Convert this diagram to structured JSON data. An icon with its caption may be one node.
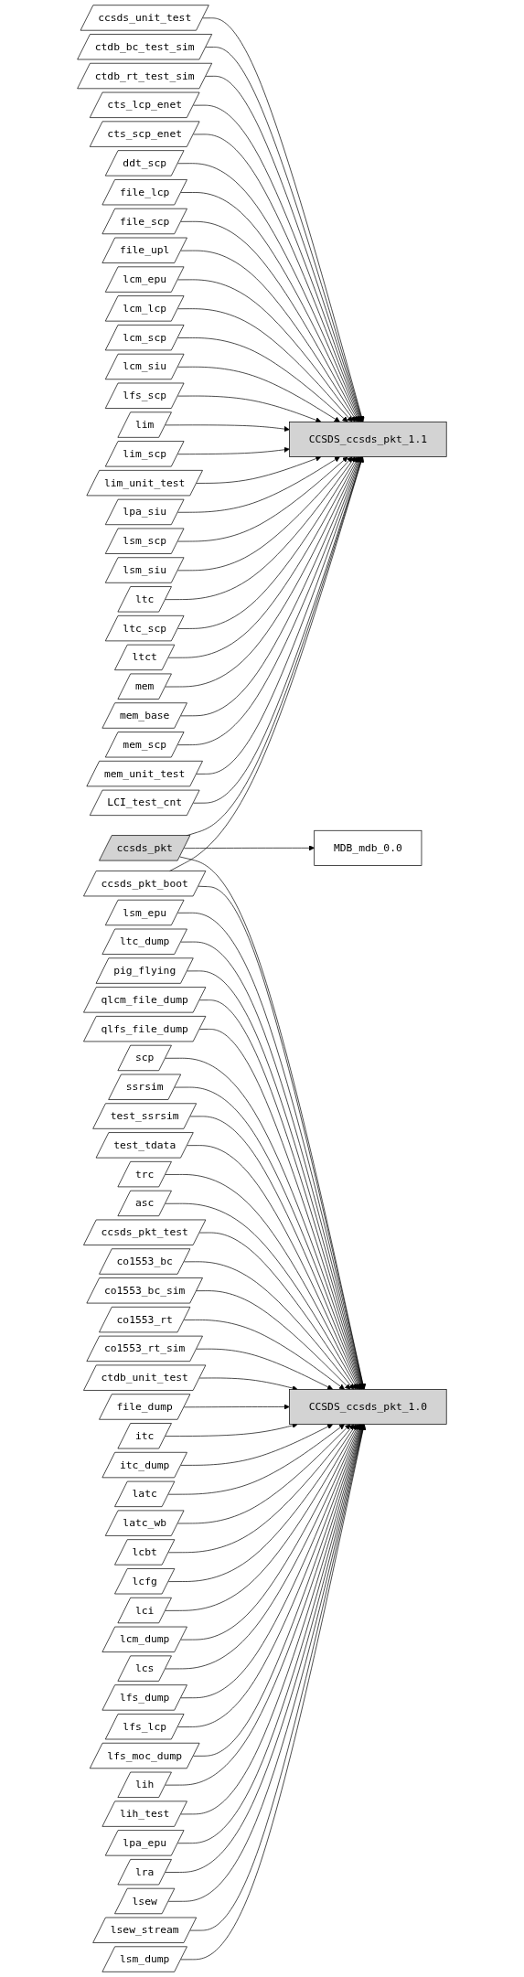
{
  "diagram": {
    "nodes": [
      {
        "text": [
          "ccsds_unit_test"
        ]
      },
      {
        "text": [
          "ctdb_bc_test_sim"
        ]
      },
      {
        "text": [
          "ctdb_rt_test_sim"
        ]
      },
      {
        "text": [
          "cts_lcp_enet"
        ]
      },
      {
        "text": [
          "cts_scp_enet"
        ]
      },
      {
        "text": [
          "ddt_scp"
        ]
      },
      {
        "text": [
          "file_lcp"
        ]
      },
      {
        "text": [
          "file_scp"
        ]
      },
      {
        "text": [
          "file_upl"
        ]
      },
      {
        "text": [
          "lcm_epu"
        ]
      },
      {
        "text": [
          "lcm_lcp"
        ]
      },
      {
        "text": [
          "lcm_scp"
        ]
      },
      {
        "text": [
          "lcm_siu"
        ]
      },
      {
        "text": [
          "lfs_scp"
        ]
      },
      {
        "text": [
          "lim"
        ]
      },
      {
        "text": [
          "lim_scp"
        ]
      },
      {
        "text": [
          "lim_unit_test"
        ]
      },
      {
        "text": [
          "lpa_siu"
        ]
      },
      {
        "text": [
          "lsm_scp"
        ]
      },
      {
        "text": [
          "lsm_siu"
        ]
      },
      {
        "text": [
          "ltc"
        ]
      },
      {
        "text": [
          "ltc_scp"
        ]
      },
      {
        "text": [
          "ltct"
        ]
      },
      {
        "text": [
          "mem"
        ]
      },
      {
        "text": [
          "mem_base"
        ]
      },
      {
        "text": [
          "mem_scp"
        ]
      },
      {
        "text": [
          "mem_unit_test"
        ]
      },
      {
        "text": [
          "LCI_test_cnt"
        ]
      },
      {
        "text": [
          "CCSDS_ccsds_pkt_1.1"
        ]
      },
      {
        "text": [
          "ccsds_pkt"
        ]
      },
      {
        "text": [
          "MDB_mdb_0.0"
        ]
      },
      {
        "text": [
          "ccsds_pkt_boot"
        ]
      },
      {
        "text": [
          "lsm_epu"
        ]
      },
      {
        "text": [
          "ltc_dump"
        ]
      },
      {
        "text": [
          "pig_flying"
        ]
      },
      {
        "text": [
          "qlcm_file_dump"
        ]
      },
      {
        "text": [
          "qlfs_file_dump"
        ]
      },
      {
        "text": [
          "scp"
        ]
      },
      {
        "text": [
          "ssrsim"
        ]
      },
      {
        "text": [
          "test_ssrsim"
        ]
      },
      {
        "text": [
          "test_tdata"
        ]
      },
      {
        "text": [
          "trc"
        ]
      },
      {
        "text": [
          "asc"
        ]
      },
      {
        "text": [
          "ccsds_pkt_test"
        ]
      },
      {
        "text": [
          "co1553_bc"
        ]
      },
      {
        "text": [
          "co1553_bc_sim"
        ]
      },
      {
        "text": [
          "co1553_rt"
        ]
      },
      {
        "text": [
          "co1553_rt_sim"
        ]
      },
      {
        "text": [
          "ctdb_unit_test"
        ]
      },
      {
        "text": [
          "file_dump"
        ]
      },
      {
        "text": [
          "itc"
        ]
      },
      {
        "text": [
          "itc_dump"
        ]
      },
      {
        "text": [
          "latc"
        ]
      },
      {
        "text": [
          "latc_wb"
        ]
      },
      {
        "text": [
          "lcbt"
        ]
      },
      {
        "text": [
          "lcfg"
        ]
      },
      {
        "text": [
          "lci"
        ]
      },
      {
        "text": [
          "lcm_dump"
        ]
      },
      {
        "text": [
          "lcs"
        ]
      },
      {
        "text": [
          "lfs_dump"
        ]
      },
      {
        "text": [
          "lfs_lcp"
        ]
      },
      {
        "text": [
          "lfs_moc_dump"
        ]
      },
      {
        "text": [
          "lih"
        ]
      },
      {
        "text": [
          "lih_test"
        ]
      },
      {
        "text": [
          "lpa_epu"
        ]
      },
      {
        "text": [
          "lra"
        ]
      },
      {
        "text": [
          "lsew"
        ]
      },
      {
        "text": [
          "lsew_stream"
        ]
      },
      {
        "text": [
          "lsm_dump"
        ]
      },
      {
        "text": [
          "CCSDS_ccsds_pkt_1.0"
        ]
      }
    ],
    "edges": [
      {
        "from": 0,
        "to": 28,
        "arrow": "to"
      },
      {
        "from": 1,
        "to": 28,
        "arrow": "to"
      },
      {
        "from": 2,
        "to": 28,
        "arrow": "to"
      },
      {
        "from": 3,
        "to": 28,
        "arrow": "to"
      },
      {
        "from": 4,
        "to": 28,
        "arrow": "to"
      },
      {
        "from": 5,
        "to": 28,
        "arrow": "to"
      },
      {
        "from": 6,
        "to": 28,
        "arrow": "to"
      },
      {
        "from": 7,
        "to": 28,
        "arrow": "to"
      },
      {
        "from": 8,
        "to": 28,
        "arrow": "to"
      },
      {
        "from": 9,
        "to": 28,
        "arrow": "to"
      },
      {
        "from": 10,
        "to": 28,
        "arrow": "to"
      },
      {
        "from": 11,
        "to": 28,
        "arrow": "to"
      },
      {
        "from": 12,
        "to": 28,
        "arrow": "to"
      },
      {
        "from": 13,
        "to": 28,
        "arrow": "to"
      },
      {
        "from": 14,
        "to": 28,
        "arrow": "to"
      },
      {
        "from": 15,
        "to": 28,
        "arrow": "to"
      },
      {
        "from": 16,
        "to": 28,
        "arrow": "to"
      },
      {
        "from": 17,
        "to": 28,
        "arrow": "to"
      },
      {
        "from": 18,
        "to": 28,
        "arrow": "to"
      },
      {
        "from": 19,
        "to": 28,
        "arrow": "to"
      },
      {
        "from": 20,
        "to": 28,
        "arrow": "to"
      },
      {
        "from": 21,
        "to": 28,
        "arrow": "to"
      },
      {
        "from": 22,
        "to": 28,
        "arrow": "to"
      },
      {
        "from": 23,
        "to": 28,
        "arrow": "to"
      },
      {
        "from": 24,
        "to": 28,
        "arrow": "to"
      },
      {
        "from": 25,
        "to": 28,
        "arrow": "to"
      },
      {
        "from": 26,
        "to": 28,
        "arrow": "to"
      },
      {
        "from": 27,
        "to": 28,
        "arrow": "to"
      },
      {
        "from": 29,
        "to": 28,
        "arrow": "to"
      },
      {
        "from": 29,
        "to": 69,
        "arrow": "to"
      },
      {
        "from": 29,
        "to": 30,
        "arrow": "to"
      },
      {
        "from": 31,
        "to": 28,
        "arrow": "to"
      },
      {
        "from": 31,
        "to": 69,
        "arrow": "to"
      },
      {
        "from": 32,
        "to": 69,
        "arrow": "to"
      },
      {
        "from": 33,
        "to": 69,
        "arrow": "to"
      },
      {
        "from": 34,
        "to": 69,
        "arrow": "to"
      },
      {
        "from": 35,
        "to": 69,
        "arrow": "to"
      },
      {
        "from": 36,
        "to": 69,
        "arrow": "to"
      },
      {
        "from": 37,
        "to": 69,
        "arrow": "to"
      },
      {
        "from": 38,
        "to": 69,
        "arrow": "to"
      },
      {
        "from": 39,
        "to": 69,
        "arrow": "to"
      },
      {
        "from": 40,
        "to": 69,
        "arrow": "to"
      },
      {
        "from": 41,
        "to": 69,
        "arrow": "to"
      },
      {
        "from": 42,
        "to": 69,
        "arrow": "to"
      },
      {
        "from": 43,
        "to": 69,
        "arrow": "to"
      },
      {
        "from": 44,
        "to": 69,
        "arrow": "to"
      },
      {
        "from": 45,
        "to": 69,
        "arrow": "to"
      },
      {
        "from": 46,
        "to": 69,
        "arrow": "to"
      },
      {
        "from": 47,
        "to": 69,
        "arrow": "to"
      },
      {
        "from": 48,
        "to": 69,
        "arrow": "to"
      },
      {
        "from": 49,
        "to": 69,
        "arrow": "to"
      },
      {
        "from": 50,
        "to": 69,
        "arrow": "to"
      },
      {
        "from": 51,
        "to": 69,
        "arrow": "to"
      },
      {
        "from": 52,
        "to": 69,
        "arrow": "to"
      },
      {
        "from": 53,
        "to": 69,
        "arrow": "to"
      },
      {
        "from": 54,
        "to": 69,
        "arrow": "to"
      },
      {
        "from": 55,
        "to": 69,
        "arrow": "to"
      },
      {
        "from": 56,
        "to": 69,
        "arrow": "to"
      },
      {
        "from": 57,
        "to": 69,
        "arrow": "to"
      },
      {
        "from": 58,
        "to": 69,
        "arrow": "to"
      },
      {
        "from": 59,
        "to": 69,
        "arrow": "to"
      },
      {
        "from": 60,
        "to": 69,
        "arrow": "to"
      },
      {
        "from": 61,
        "to": 69,
        "arrow": "to"
      },
      {
        "from": 62,
        "to": 69,
        "arrow": "to"
      },
      {
        "from": 63,
        "to": 69,
        "arrow": "to"
      },
      {
        "from": 64,
        "to": 69,
        "arrow": "to"
      },
      {
        "from": 65,
        "to": 69,
        "arrow": "to"
      },
      {
        "from": 66,
        "to": 69,
        "arrow": "to"
      },
      {
        "from": 67,
        "to": 69,
        "arrow": "to"
      },
      {
        "from": 68,
        "to": 69,
        "arrow": "to"
      }
    ]
  }
}
